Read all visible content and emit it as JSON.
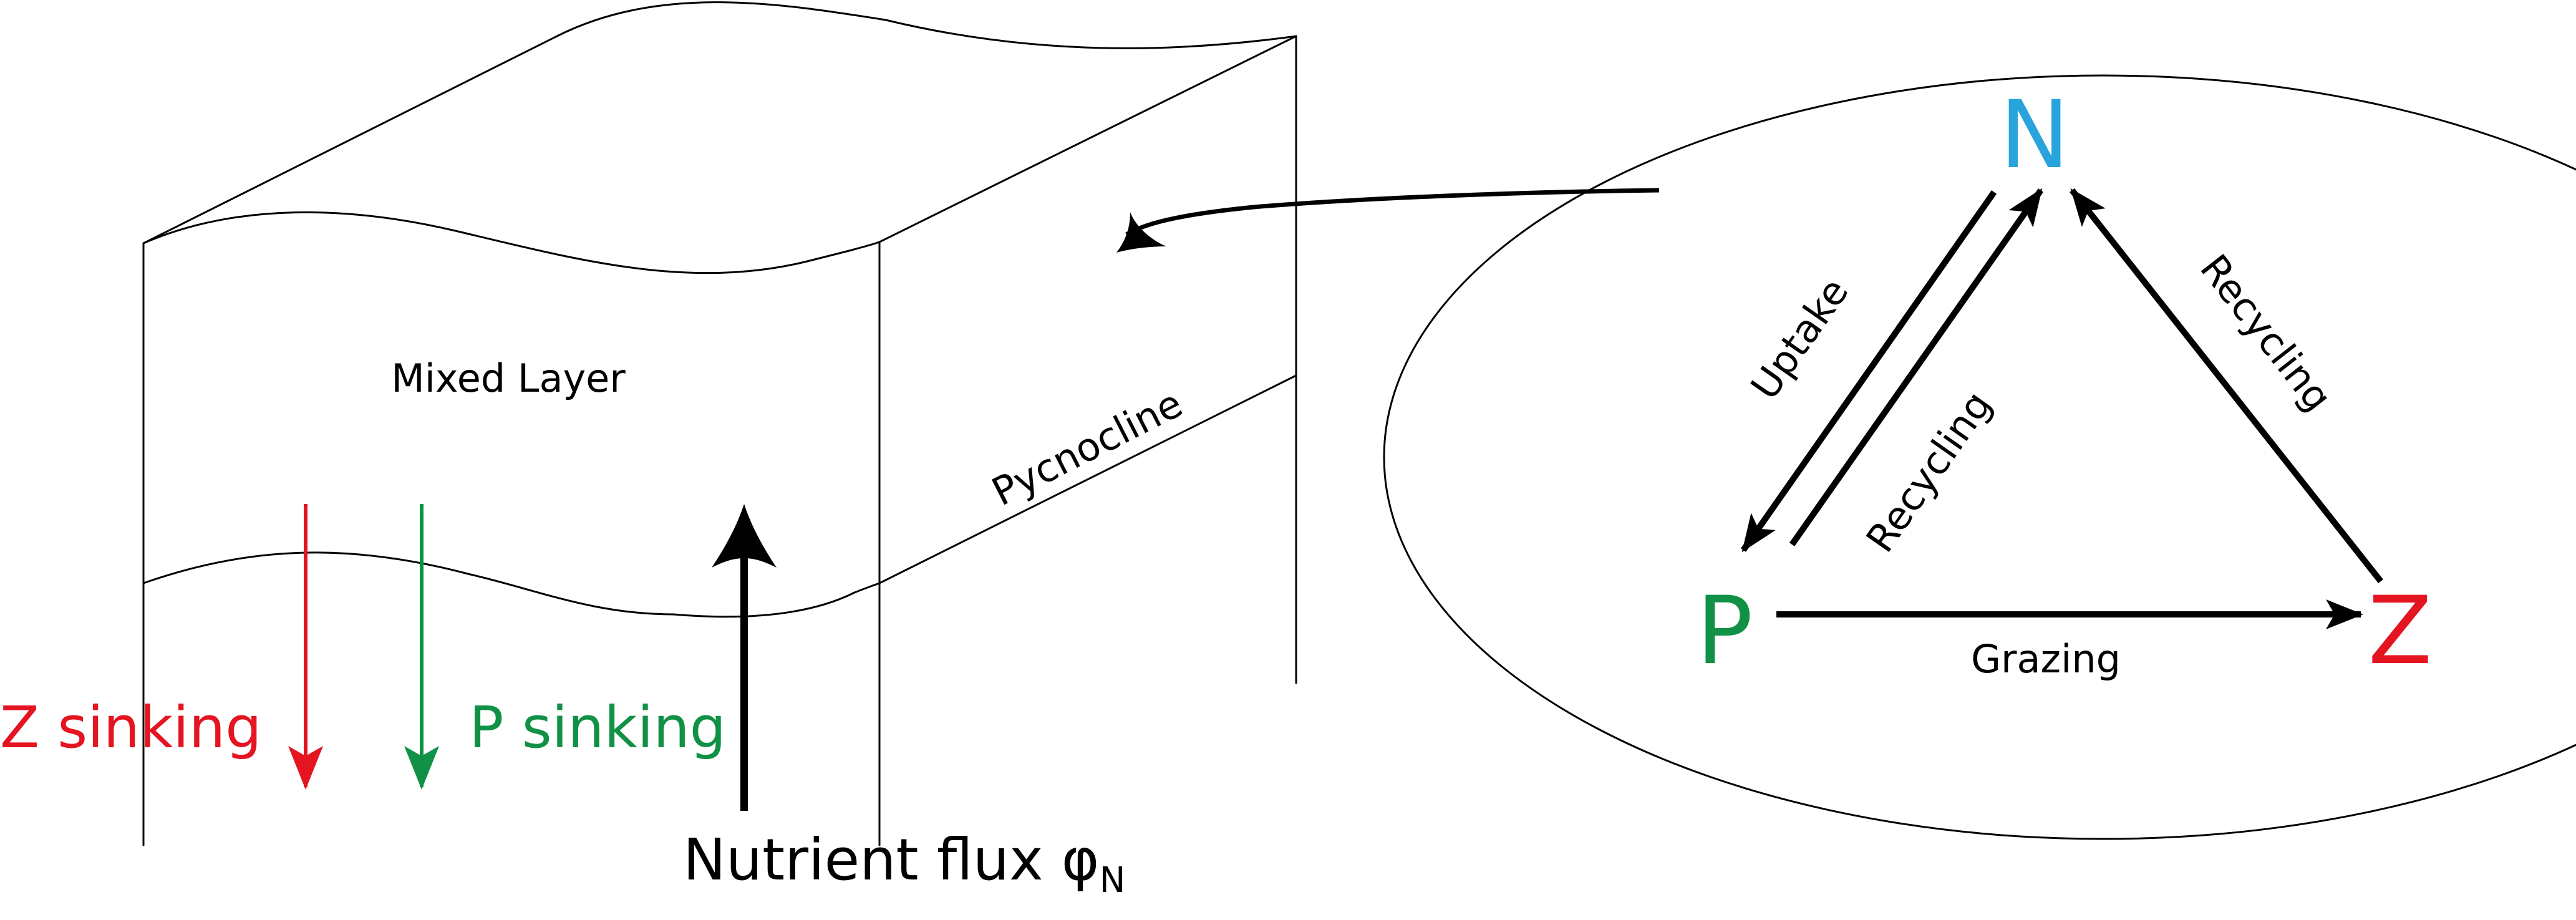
{
  "labels": {
    "mixed_layer": "Mixed Layer",
    "pycnocline": "Pycnocline",
    "z_sinking": "Z sinking",
    "p_sinking": "P sinking",
    "nutrient_flux": "Nutrient flux φ",
    "nutrient_flux_subscript": "N"
  },
  "npz": {
    "n": "N",
    "p": "P",
    "z": "Z",
    "uptake": "Uptake",
    "recycling_p": "Recycling",
    "recycling_z": "Recycling",
    "grazing": "Grazing"
  },
  "colors": {
    "n": "#29a3dc",
    "p": "#119146",
    "z": "#e41421",
    "line": "#000000"
  }
}
